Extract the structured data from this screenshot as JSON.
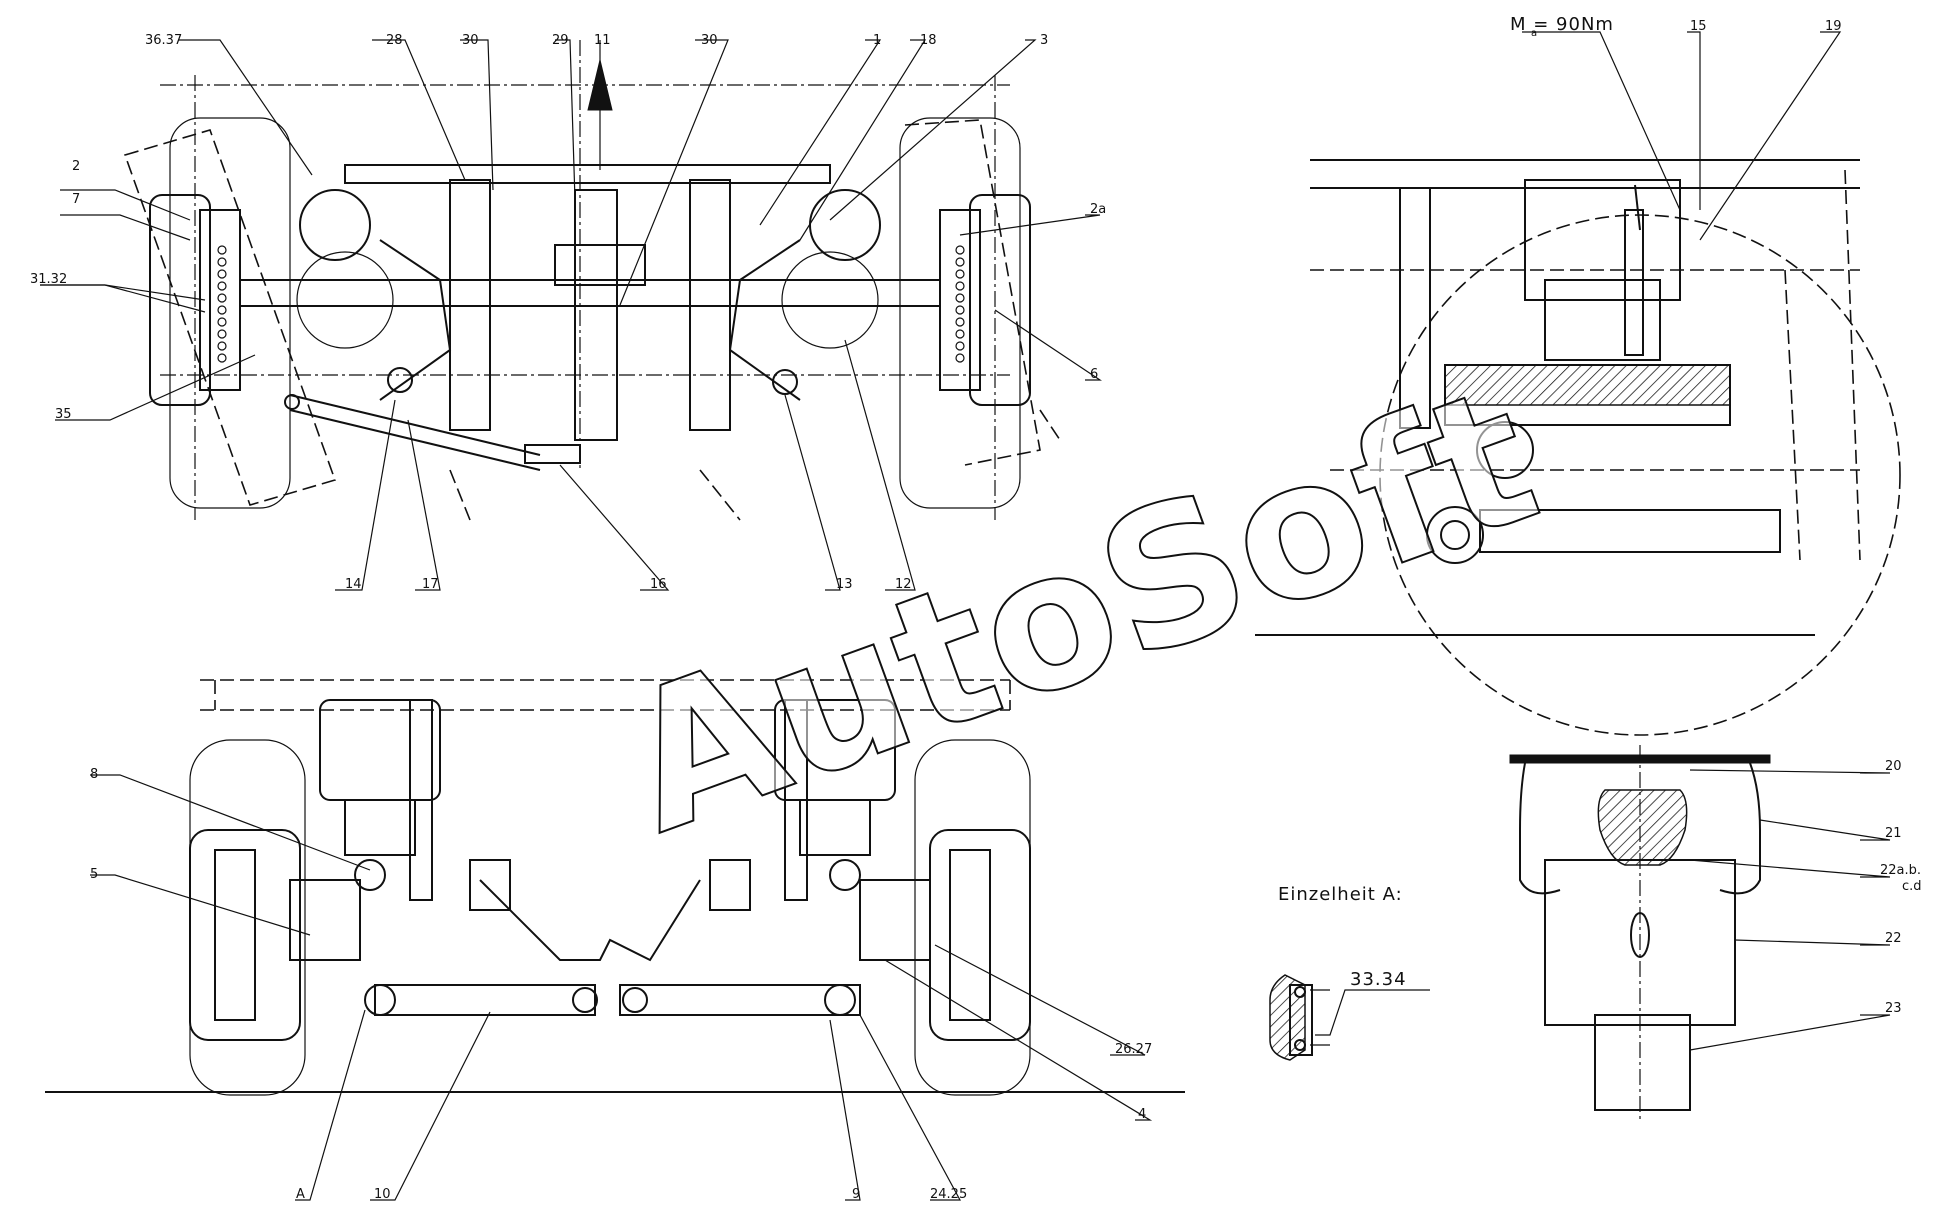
{
  "watermark": "AutoSoft",
  "torque": "M  = 90Nm",
  "torque_sub": "a",
  "detail_title": "Einzelheit A:",
  "callouts": {
    "c_36_37": "36.37",
    "c_28": "28",
    "c_30a": "30",
    "c_29": "29",
    "c_11": "11",
    "c_30b": "30",
    "c_1": "1",
    "c_18": "18",
    "c_3": "3",
    "c_2": "2",
    "c_7": "7",
    "c_31_32": "31.32",
    "c_35": "35",
    "c_2a": "2a",
    "c_6": "6",
    "c_14": "14",
    "c_17": "17",
    "c_16": "16",
    "c_13": "13",
    "c_12": "12",
    "c_15": "15",
    "c_19": "19",
    "c_8": "8",
    "c_5": "5",
    "c_A": "A",
    "c_10": "10",
    "c_9": "9",
    "c_24_25": "24.25",
    "c_26_27": "26.27",
    "c_4": "4",
    "c_33_34": "33.34",
    "c_20": "20",
    "c_21": "21",
    "c_22a": "22a.b.",
    "c_22a2": "c.d",
    "c_22": "22",
    "c_23": "23"
  }
}
